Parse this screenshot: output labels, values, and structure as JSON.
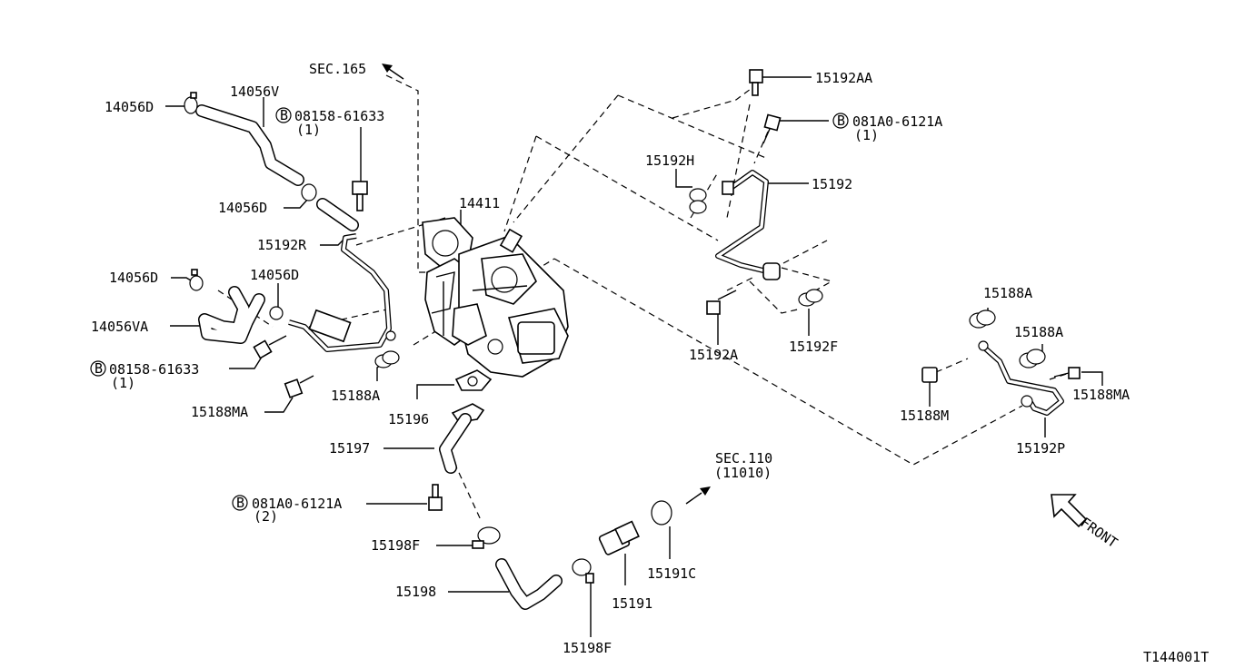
{
  "labels": {
    "sec165": "SEC.165",
    "sec110": "SEC.110",
    "sec110_sub": "(11010)",
    "p14056D_a": "14056D",
    "p14056V": "14056V",
    "p08158_top": "08158-61633",
    "qty1_top": "(1)",
    "p14056D_b": "14056D",
    "p14411": "14411",
    "p15192R": "15192R",
    "p14056D_c": "14056D",
    "p14056D_d": "14056D",
    "p14056VA": "14056VA",
    "p08158_bot": "08158-61633",
    "qty1_bot": "(1)",
    "p15188MA_left": "15188MA",
    "p15188A_left": "15188A",
    "p15196": "15196",
    "p15197": "15197",
    "p081A0_left": "081A0-6121A",
    "qty2_left": "(2)",
    "p15198F_a": "15198F",
    "p15198": "15198",
    "p15198F_b": "15198F",
    "p15191": "15191",
    "p15191C": "15191C",
    "p15192AA": "15192AA",
    "p081A0_right": "081A0-6121A",
    "qty1_right": "(1)",
    "p15192H": "15192H",
    "p15192": "15192",
    "p15192A": "15192A",
    "p15192F": "15192F",
    "p15188A_r1": "15188A",
    "p15188A_r2": "15188A",
    "p15188MA_right": "15188MA",
    "p15188M": "15188M",
    "p15192P": "15192P",
    "front": "FRONT",
    "code": "T144001T",
    "bolt_symbol": "B"
  }
}
